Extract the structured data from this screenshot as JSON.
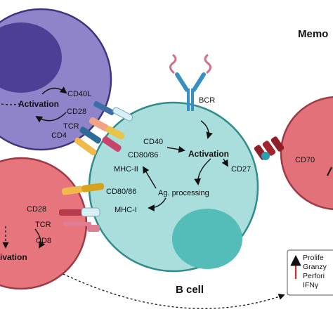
{
  "colors": {
    "cd4_cell": "#8f84c9",
    "cd4_nucleus": "#4d3f95",
    "cd8_cell": "#e6757e",
    "b_cell": "#a9dedd",
    "b_nucleus": "#54bdb9",
    "memory_cell": "#e3717a",
    "up_arrow": "#d62828"
  },
  "cd4_cell": {
    "activation": "Activation",
    "cd40l": "CD40L",
    "cd28": "CD28",
    "tcr": "TCR",
    "cd4": "CD4"
  },
  "cd8_cell": {
    "cd28": "CD28",
    "tcr": "TCR",
    "cd8": "CD8",
    "activation": "ivation"
  },
  "b_cell": {
    "title": "B cell",
    "bcr": "BCR",
    "cd40": "CD40",
    "cd80_86_top": "CD80/86",
    "activation": "Activation",
    "cd27": "CD27",
    "mhc_ii": "MHC-II",
    "cd80_86_left": "CD80/86",
    "ag_processing": "Ag. processing",
    "mhc_i": "MHC-I"
  },
  "memory_cell": {
    "title": "Memo",
    "cd70": "CD70"
  },
  "outcome_box": {
    "items": [
      "Prolife",
      "Granzy",
      "Perfori",
      "IFNγ"
    ]
  }
}
